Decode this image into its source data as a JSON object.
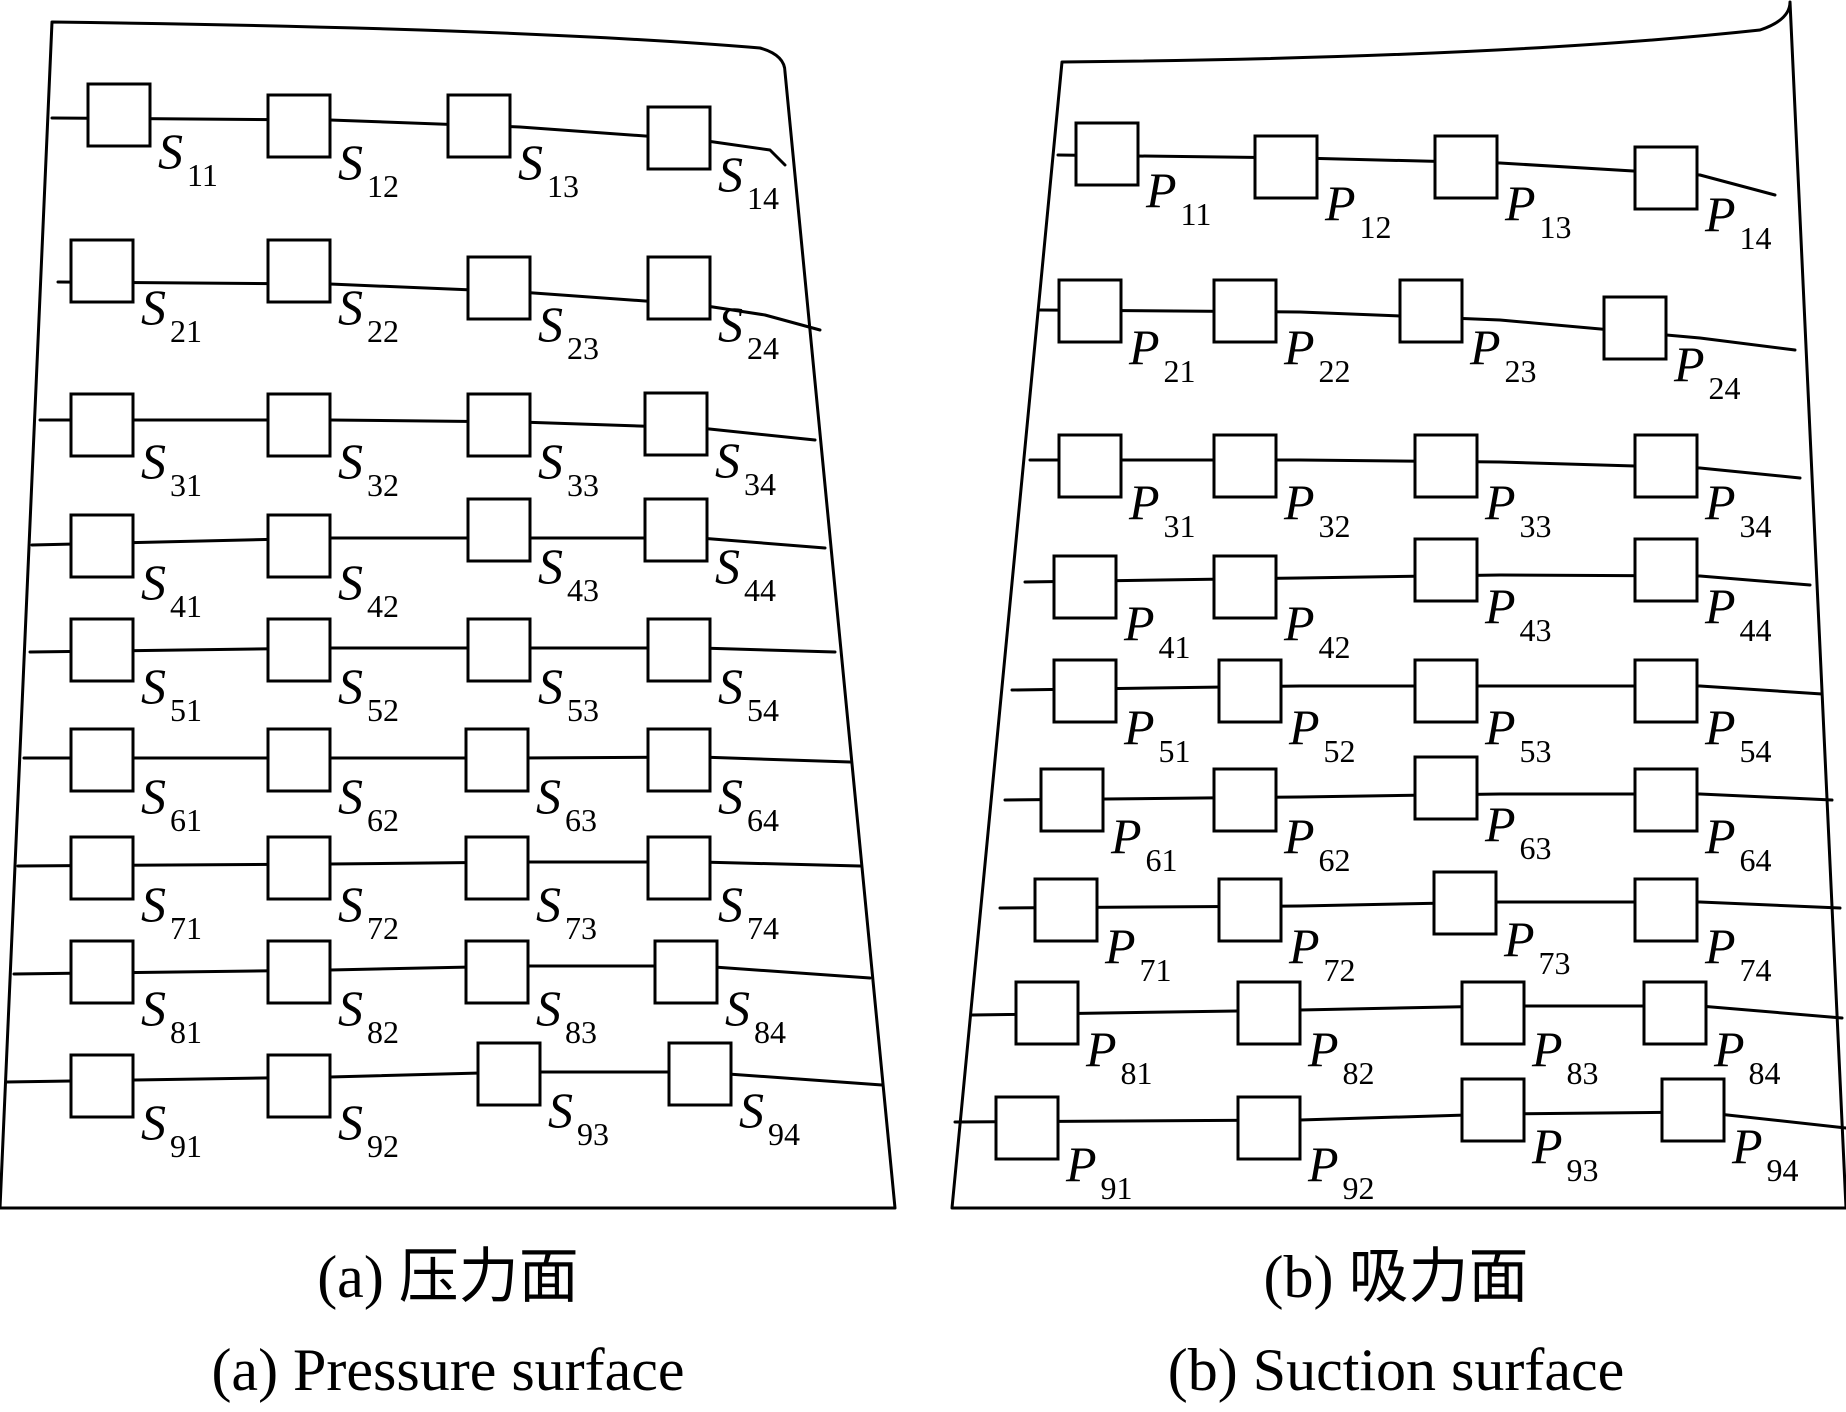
{
  "panels": [
    {
      "id": "a",
      "symbol": "S",
      "caption_cn": "(a) 压力面",
      "caption_en": "(a) Pressure surface",
      "rows": [
        [
          "11",
          "12",
          "13",
          "14"
        ],
        [
          "21",
          "22",
          "23",
          "24"
        ],
        [
          "31",
          "32",
          "33",
          "34"
        ],
        [
          "41",
          "42",
          "43",
          "44"
        ],
        [
          "51",
          "52",
          "53",
          "54"
        ],
        [
          "61",
          "62",
          "63",
          "64"
        ],
        [
          "71",
          "72",
          "73",
          "74"
        ],
        [
          "81",
          "82",
          "83",
          "84"
        ],
        [
          "91",
          "92",
          "93",
          "94"
        ]
      ]
    },
    {
      "id": "b",
      "symbol": "P",
      "caption_cn": "(b) 吸力面",
      "caption_en": "(b) Suction surface",
      "rows": [
        [
          "11",
          "12",
          "13",
          "14"
        ],
        [
          "21",
          "22",
          "23",
          "24"
        ],
        [
          "31",
          "32",
          "33",
          "34"
        ],
        [
          "41",
          "42",
          "43",
          "44"
        ],
        [
          "51",
          "52",
          "53",
          "54"
        ],
        [
          "61",
          "62",
          "63",
          "64"
        ],
        [
          "71",
          "72",
          "73",
          "74"
        ],
        [
          "81",
          "82",
          "83",
          "84"
        ],
        [
          "91",
          "92",
          "93",
          "94"
        ]
      ]
    }
  ]
}
